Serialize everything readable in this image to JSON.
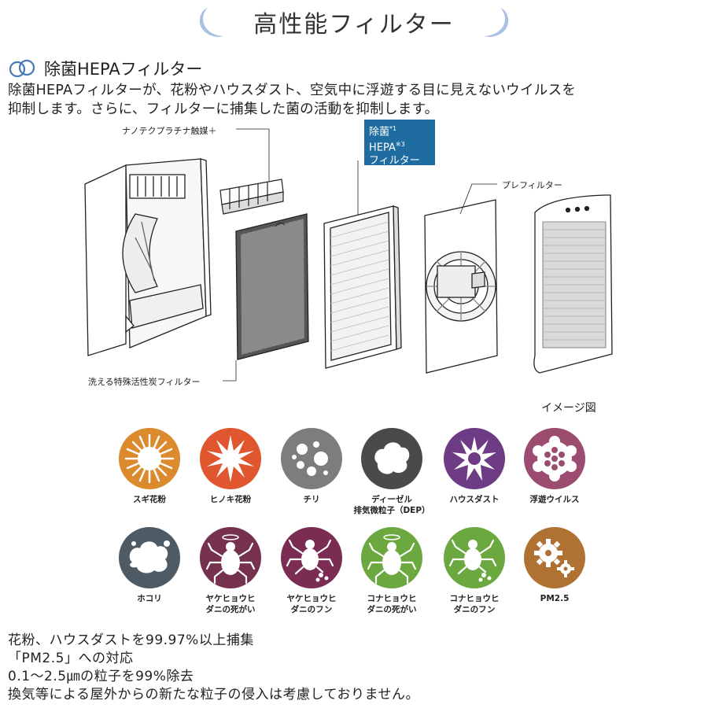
{
  "title": {
    "text": "高性能フィルター"
  },
  "section": {
    "title": "除菌HEPAフィルター",
    "description_line1": "除菌HEPAフィルターが、花粉やハウスダスト、空気中に浮遊する目に見えないウイルスを",
    "description_line2": "抑制します。さらに、フィルターに捕集した菌の活動を抑制します。"
  },
  "diagram": {
    "label_nano": "ナノテクプラチナ触媒＋",
    "label_carbon": "洗える特殊活性炭フィルター",
    "label_prefilter": "プレフィルター",
    "hepa_tag": {
      "line1": "除菌",
      "sup1": "*1",
      "line2": "HEPA",
      "sup2": "※3",
      "line3": "フィルター"
    },
    "image_note": "イメージ図"
  },
  "colors": {
    "orange": "#dc8a2e",
    "red_orange": "#e0562e",
    "gray": "#7d7d7d",
    "dark_gray": "#4a4a4a",
    "purple": "#6e3b85",
    "mauve": "#9c4c6e",
    "slate": "#4e5b65",
    "plum": "#75314d",
    "plum2": "#7a2c52",
    "green": "#6ba83f",
    "brown": "#b07233",
    "hepa_blue": "#1f6da0",
    "moon_blue": "#a9bfe3"
  },
  "targets_row1": [
    {
      "icon": "sugi-pollen-icon",
      "label": "スギ花粉"
    },
    {
      "icon": "hinoki-pollen-icon",
      "label": "ヒノキ花粉"
    },
    {
      "icon": "dust-icon",
      "label": "チリ"
    },
    {
      "icon": "diesel-particle-icon",
      "label": "ディーゼル\n排気微粒子（DEP）"
    },
    {
      "icon": "house-dust-icon",
      "label": "ハウスダスト"
    },
    {
      "icon": "floating-virus-icon",
      "label": "浮遊ウイルス"
    }
  ],
  "targets_row2": [
    {
      "icon": "hokori-icon",
      "label": "ホコリ"
    },
    {
      "icon": "mite-dead-icon",
      "label": "ヤケヒョウヒ\nダニの死がい"
    },
    {
      "icon": "mite-feces-icon",
      "label": "ヤケヒョウヒ\nダニのフン"
    },
    {
      "icon": "mite-dead-icon",
      "label": "コナヒョウヒ\nダニの死がい"
    },
    {
      "icon": "mite-feces-icon",
      "label": "コナヒョウヒ\nダニのフン"
    },
    {
      "icon": "pm25-icon",
      "label": "PM2.5"
    }
  ],
  "notes": {
    "line1": "花粉、ハウスダストを99.97%以上捕集",
    "line2": "「PM2.5」への対応",
    "line3": "0.1～2.5㎛の粒子を99%除去",
    "line4": "換気等による屋外からの新たな粒子の侵入は考慮しておりません。"
  }
}
